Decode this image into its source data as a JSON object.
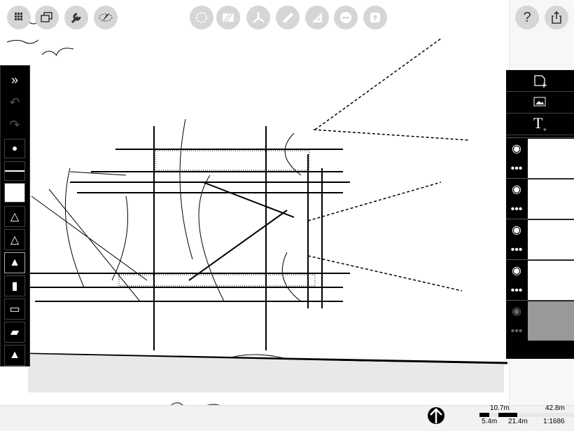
{
  "top_left_tools": [
    {
      "icon": "grid-menu-icon"
    },
    {
      "icon": "layers-windows-icon"
    },
    {
      "icon": "wrench-icon"
    },
    {
      "icon": "lasso-select-icon"
    }
  ],
  "top_center_tools": [
    {
      "icon": "transform-icon"
    },
    {
      "icon": "hatch-icon"
    },
    {
      "icon": "perspective-icon"
    },
    {
      "icon": "ruler-icon"
    },
    {
      "icon": "set-square-icon"
    },
    {
      "icon": "minus-circle-icon"
    },
    {
      "icon": "image-import-icon"
    }
  ],
  "top_right": {
    "help_label": "?",
    "share_icon": "share-icon"
  },
  "left_toolbar": {
    "items": [
      "collapse",
      "undo",
      "redo",
      "dot-size",
      "line-weight",
      "color-swatch",
      "pen-fine",
      "pen-tech",
      "pen-marker",
      "pen-highlighter",
      "paint-roller",
      "eraser",
      "brush-pen"
    ],
    "selected": "pen-marker"
  },
  "right_panel": {
    "buttons": [
      "new-page-icon",
      "add-image-icon",
      "add-text-icon"
    ],
    "layers": [
      {
        "visible": true
      },
      {
        "visible": true
      },
      {
        "visible": true
      },
      {
        "visible": true
      },
      {
        "visible": false
      }
    ]
  },
  "status": {
    "scale_ratio": "1:1686",
    "scale_labels": {
      "top_mid": "10.7m",
      "top_right": "42.8m",
      "bottom_left": "5.4m",
      "bottom_mid": "21.4m"
    }
  },
  "colors": {
    "toolbar": "#000000",
    "tool_button": "#d6d6d6"
  }
}
